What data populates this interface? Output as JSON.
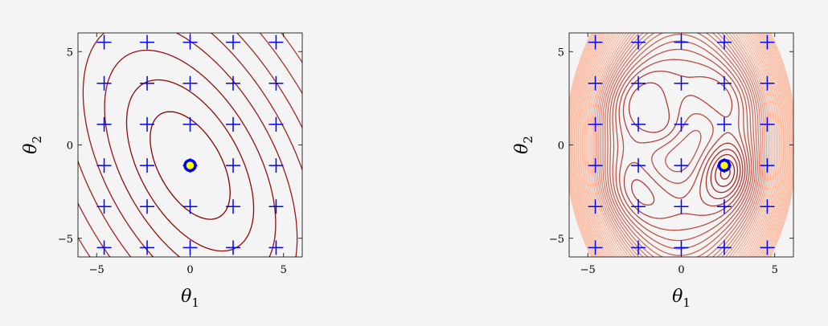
{
  "chart_data": [
    {
      "type": "contour",
      "xlabel": "θ1",
      "ylabel": "θ2",
      "xlim": [
        -6,
        6
      ],
      "ylim": [
        -6,
        6
      ],
      "xticks": [
        -5,
        0,
        5
      ],
      "yticks": [
        -5,
        0,
        5
      ],
      "xtick_labels": [
        "−5",
        "0",
        "5"
      ],
      "ytick_labels": [
        "−5",
        "0",
        "5"
      ],
      "function": "convex-quadratic",
      "grid_points": {
        "marker": "plus",
        "color": "#0000ff",
        "x": [
          -4.6,
          -2.3,
          0.0,
          2.3,
          4.6
        ],
        "y": [
          5.5,
          3.3,
          1.1,
          -1.1,
          -3.3,
          -5.5
        ]
      },
      "optimum": {
        "x": 0.0,
        "y": -1.1,
        "ring_color": "#0000ff",
        "fill_color": "#ffff00"
      }
    },
    {
      "type": "contour",
      "xlabel": "θ1",
      "ylabel": "θ2",
      "xlim": [
        -6,
        6
      ],
      "ylim": [
        -6,
        6
      ],
      "xticks": [
        -5,
        0,
        5
      ],
      "yticks": [
        -5,
        0,
        5
      ],
      "xtick_labels": [
        "−5",
        "0",
        "5"
      ],
      "ytick_labels": [
        "−5",
        "0",
        "5"
      ],
      "function": "multimodal",
      "grid_points": {
        "marker": "plus",
        "color": "#0000ff",
        "x": [
          -4.6,
          -2.3,
          0.0,
          2.3,
          4.6
        ],
        "y": [
          5.5,
          3.3,
          1.1,
          -1.1,
          -3.3,
          -5.5
        ]
      },
      "optimum": {
        "x": 2.3,
        "y": -1.1,
        "ring_color": "#0000ff",
        "fill_color": "#ffff00"
      }
    }
  ],
  "colors": {
    "contour_dark": "#8b0000",
    "contour_light": "#fcbba1",
    "plot_background": "#f4f4f4"
  }
}
